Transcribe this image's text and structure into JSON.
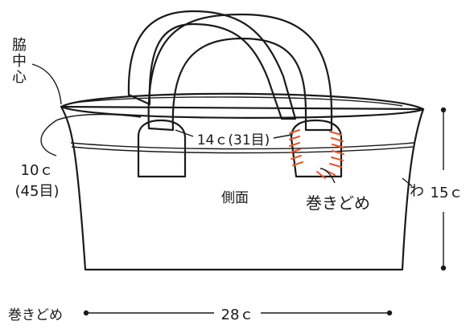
{
  "labels": {
    "side_center": [
      "脇",
      "中",
      "心"
    ],
    "side_width": "10ｃ",
    "side_stitches": "(45目)",
    "handle_span": "14ｃ(31目)",
    "panel": "側面",
    "whipstitch": "巻きどめ",
    "height_prefix": "わ",
    "height": "15ｃ",
    "legend_whipstitch": "巻きどめ",
    "width": "28ｃ"
  },
  "colors": {
    "outline": "#1a1a1a",
    "stitch": "#e8552b"
  }
}
